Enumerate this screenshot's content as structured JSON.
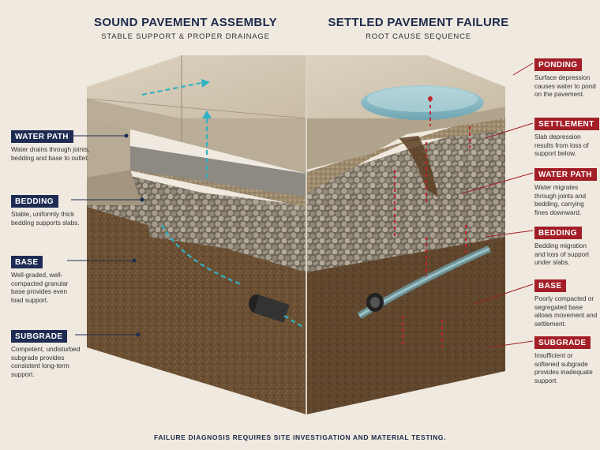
{
  "left_title": "SOUND PAVEMENT ASSEMBLY",
  "left_subtitle": "STABLE SUPPORT & PROPER DRAINAGE",
  "right_title": "SETTLED PAVEMENT FAILURE",
  "right_subtitle": "ROOT CAUSE SEQUENCE",
  "left_labels": [
    {
      "tag": "WATER PATH",
      "desc": "Water drains through joints, bedding and base to outlet."
    },
    {
      "tag": "BEDDING",
      "desc": "Stable, uniformly thick bedding supports slabs."
    },
    {
      "tag": "BASE",
      "desc": "Well-graded, well-compacted granular base provides even load support."
    },
    {
      "tag": "SUBGRADE",
      "desc": "Competent, undisturbed subgrade provides consistent long-term support."
    }
  ],
  "right_labels": [
    {
      "tag": "PONDING",
      "desc": "Surface depression causes water to pond on the pavement."
    },
    {
      "tag": "SETTLEMENT",
      "desc": "Slab depression results from loss of support below."
    },
    {
      "tag": "WATER PATH",
      "desc": "Water migrates through joints and bedding, carrying fines downward."
    },
    {
      "tag": "BEDDING",
      "desc": "Bedding migration and loss of support under slabs."
    },
    {
      "tag": "BASE",
      "desc": "Poorly compacted or segregated base allows movement and settlement."
    },
    {
      "tag": "SUBGRADE",
      "desc": "Insufficient or softened subgrade provides inadequate support."
    }
  ],
  "footer": "FAILURE DIAGNOSIS REQUIRES SITE INVESTIGATION AND MATERIAL TESTING.",
  "colors": {
    "navy": "#1e2c54",
    "red": "#a31e27",
    "water": "#3aa7b8",
    "background": "#efe9df"
  }
}
